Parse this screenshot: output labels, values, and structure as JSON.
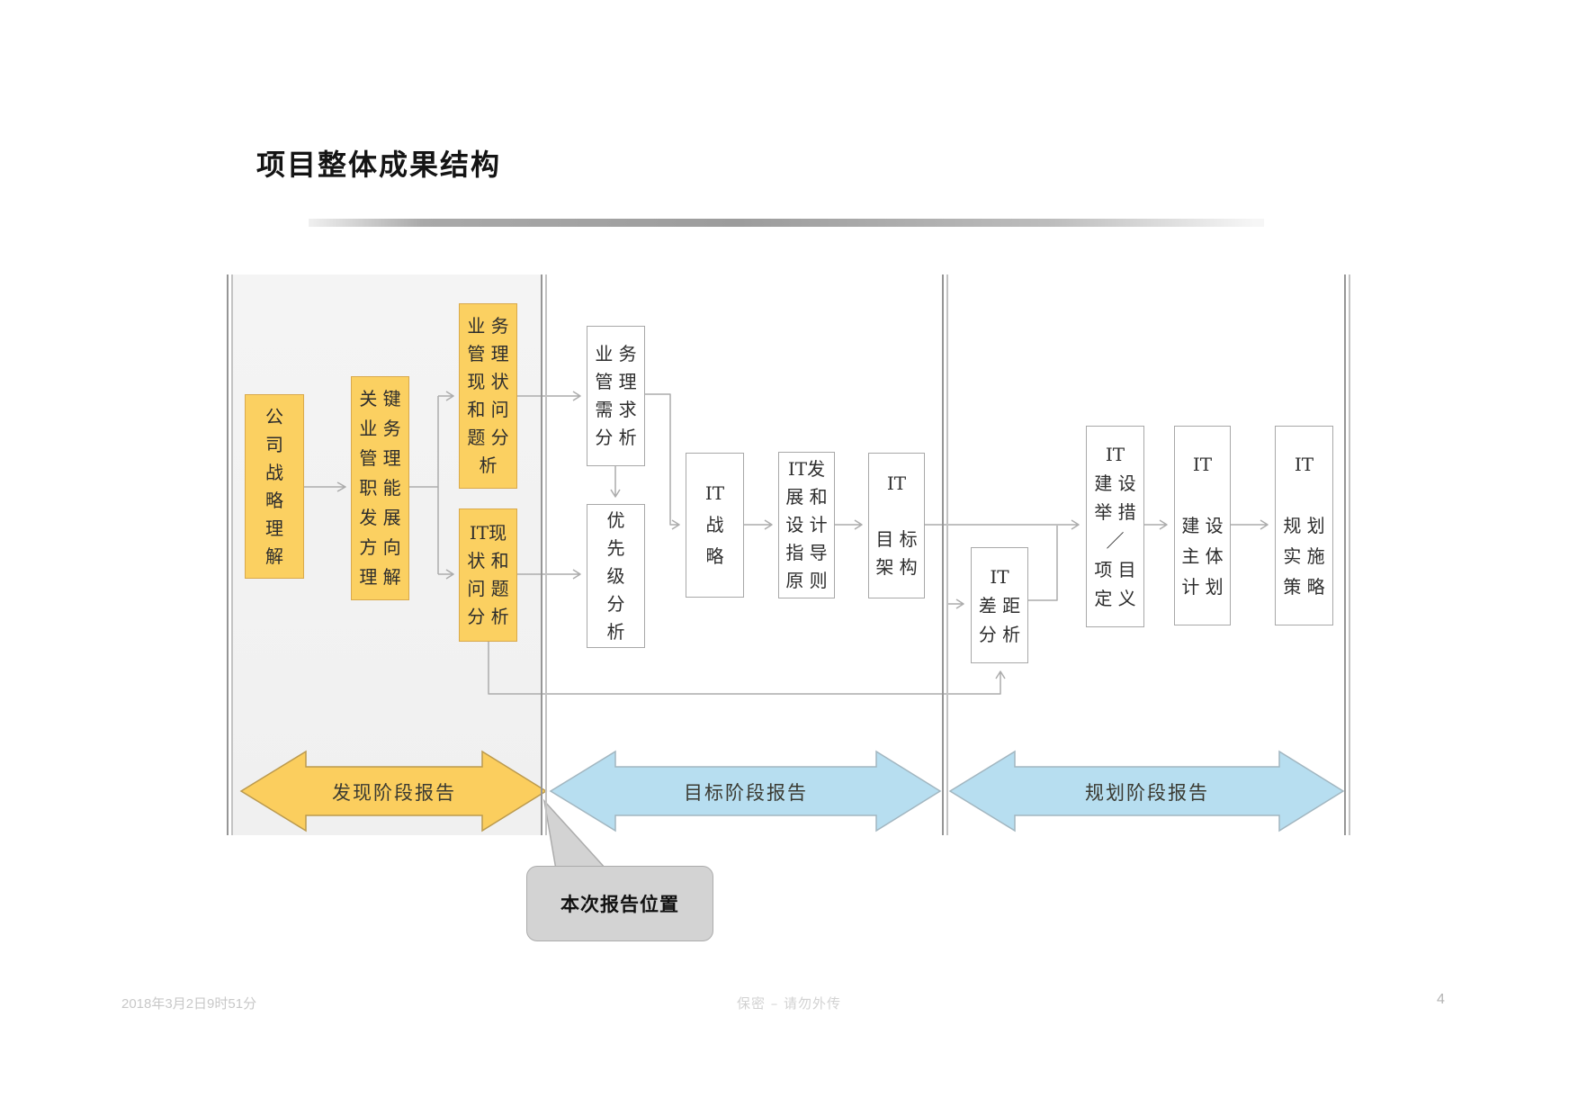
{
  "title": "项目整体成果结构",
  "boxes": {
    "company_strategy": {
      "label": "公\n司\n战\n略\n理\n解"
    },
    "key_business": {
      "label": "关 键\n业 务\n管 理\n职 能\n发 展\n方 向\n理 解"
    },
    "biz_status": {
      "label": "业 务\n管 理\n现 状\n和 问\n题 分\n析"
    },
    "it_status": {
      "label": "IT现\n状 和\n问 题\n分 析"
    },
    "biz_needs": {
      "label": "业 务\n管 理\n需 求\n分 析"
    },
    "priority": {
      "label": "优\n先\n级\n分\n析"
    },
    "it_strategy": {
      "label": "IT\n战\n略"
    },
    "it_principles": {
      "label": "IT发\n展 和\n设 计\n指 导\n原 则"
    },
    "it_target_arch": {
      "label": "IT\n\n目 标\n架 构"
    },
    "it_gap": {
      "label": "IT\n差 距\n分 析"
    },
    "it_initiatives": {
      "label": "IT\n建 设\n举 措\n／\n项 目\n定 义"
    },
    "it_construction_plan": {
      "label": "IT\n\n建 设\n主 体\n计 划"
    },
    "it_impl_strategy": {
      "label": "IT\n\n规 划\n实 施\n策 略"
    }
  },
  "phases": [
    {
      "label": "发现阶段报告",
      "fill": "#fbce5e"
    },
    {
      "label": "目标阶段报告",
      "fill": "#b7def0"
    },
    {
      "label": "规划阶段报告",
      "fill": "#b7def0"
    }
  ],
  "callout": {
    "label": "本次报告位置",
    "fill": "#d3d3d3"
  },
  "footer": {
    "date": "2018年3月2日9时51分",
    "confidential": "保密 – 请勿外传",
    "page": "4"
  },
  "colors": {
    "box_yellow": "#fbd061",
    "box_yellow_border": "#d9a94b",
    "connector_gray": "#acacac",
    "panel_gray": "#f2f2f2"
  }
}
